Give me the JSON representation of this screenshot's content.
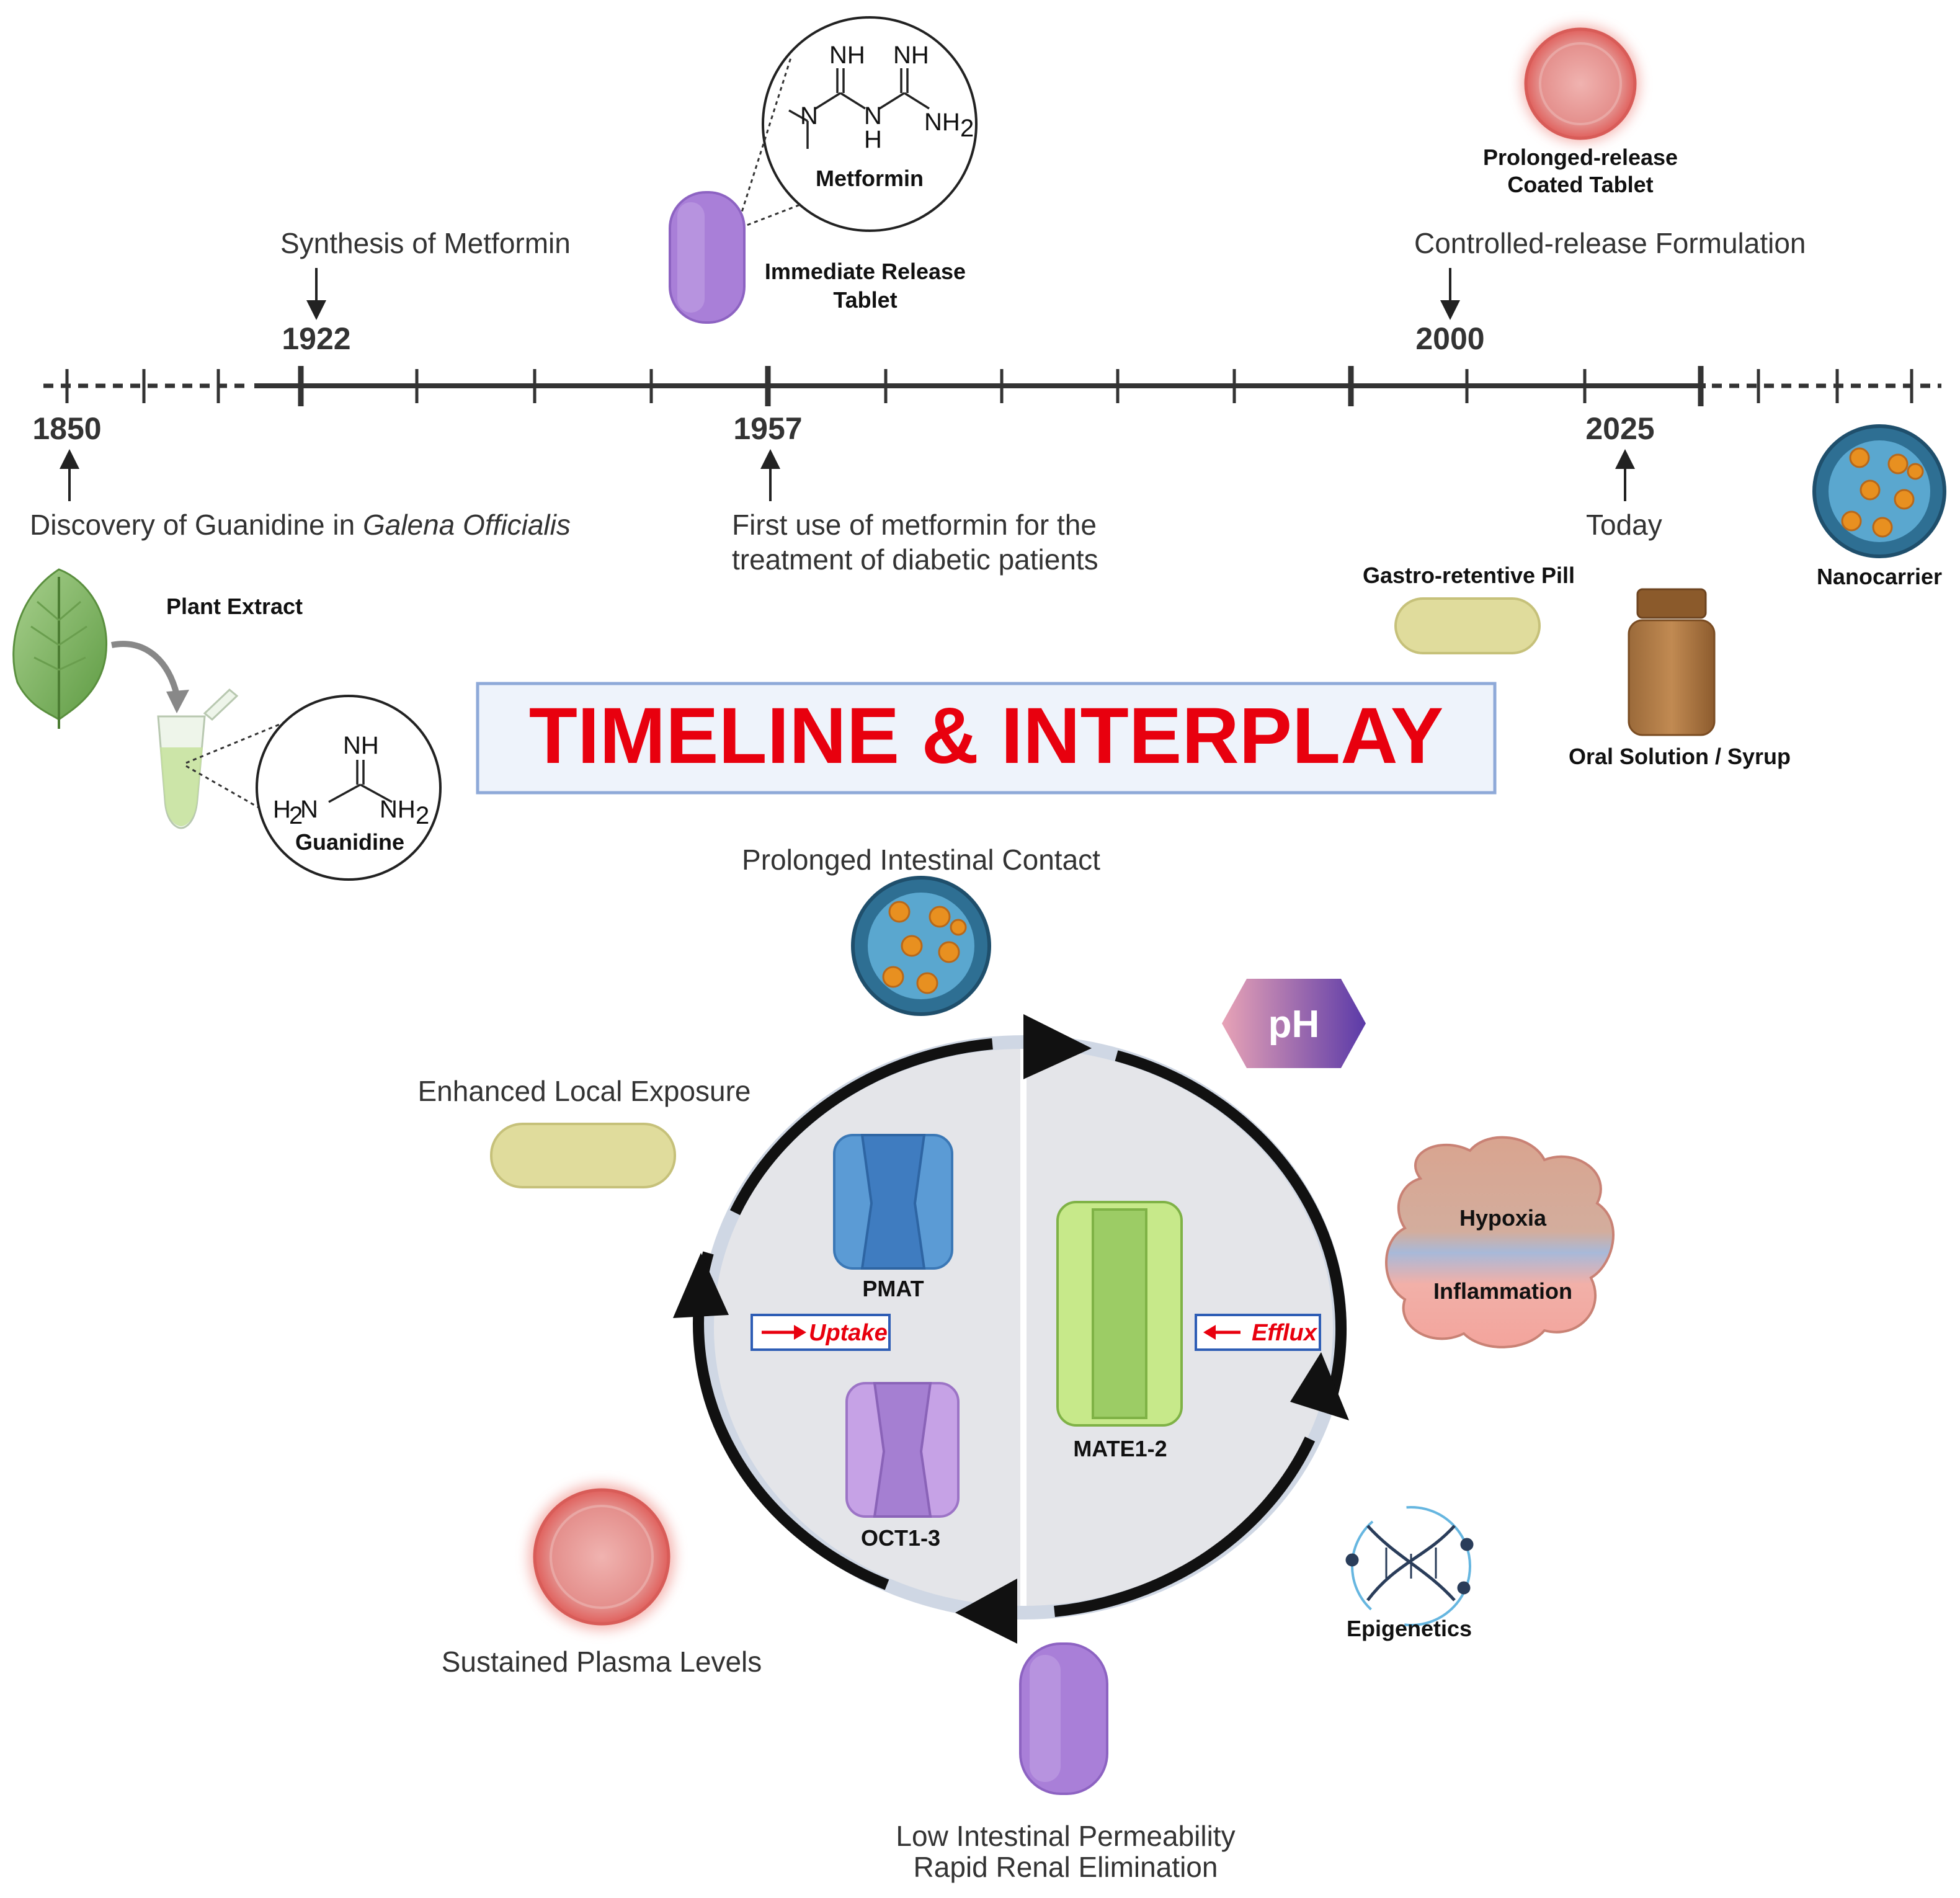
{
  "title": "TIMELINE & INTERPLAY",
  "timeline": {
    "years": {
      "y1850": "1850",
      "y1922": "1922",
      "y1957": "1957",
      "y2000": "2000",
      "y2025": "2025"
    },
    "events": {
      "synthesis": "Synthesis of Metformin",
      "controlled": "Controlled-release Formulation",
      "discovery_prefix": "Discovery of Guanidine in ",
      "discovery_species": "Galena Officialis",
      "first_use_line1": "First use of metformin for the",
      "first_use_line2": "treatment of diabetic patients",
      "today": "Today"
    },
    "items": {
      "immediate_release_line1": "Immediate Release",
      "immediate_release_line2": "Tablet",
      "prolonged_line1": "Prolonged-release",
      "prolonged_line2": "Coated Tablet",
      "gastro": "Gastro-retentive Pill",
      "oral_solution": "Oral Solution / Syrup",
      "nanocarrier": "Nanocarrier",
      "plant_extract": "Plant Extract"
    },
    "molecules": {
      "metformin": {
        "name": "Metformin",
        "nh1": "NH",
        "nh2": "NH",
        "n_left": "N",
        "n_mid": "N",
        "h_mid": "H",
        "nh2_right": "NH",
        "sub2": "2"
      },
      "guanidine": {
        "name": "Guanidine",
        "nh_top": "NH",
        "h2n_left": "H",
        "h2n_sub": "2",
        "h2n_n": "N",
        "nh2_right": "NH",
        "sub2": "2"
      }
    }
  },
  "interplay": {
    "prolonged_contact": "Prolonged Intestinal Contact",
    "enhanced_exposure": "Enhanced Local Exposure",
    "sustained_levels": "Sustained Plasma Levels",
    "low_permeability": "Low Intestinal Permeability",
    "rapid_elimination": "Rapid Renal Elimination",
    "ph": "pH",
    "hypoxia": "Hypoxia",
    "inflammation": "Inflammation",
    "epigenetics": "Epigenetics",
    "pmat": "PMAT",
    "oct": "OCT1-3",
    "mate": "MATE1-2",
    "uptake": "Uptake",
    "efflux": "Efflux"
  },
  "colors": {
    "title_red": "#e8000e",
    "purple_tablet": "#a97fd8",
    "yellow_pill": "#e0dc9c",
    "red_tablet": "#e89a9a",
    "pmat_blue": "#5b9bd5",
    "oct_purple": "#b18ad6",
    "mate_green": "#b9e07a",
    "nano_blue": "#2e6f93"
  }
}
